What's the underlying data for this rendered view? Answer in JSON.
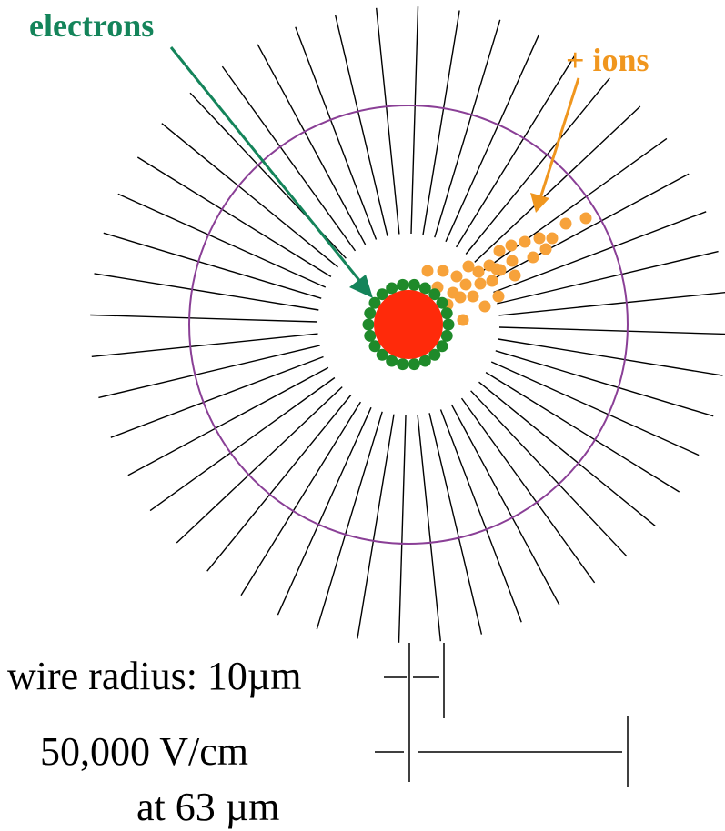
{
  "labels": {
    "electrons": "electrons",
    "ions": "+ ions",
    "wire_radius": "wire radius: 10µm",
    "field": "50,000 V/cm",
    "distance": "at 63 µm"
  },
  "colors": {
    "background": "#ffffff",
    "field_lines": "#000000",
    "equipotential_circle": "#8a3f96",
    "wire": "#ff2a0a",
    "electrons": "#1f8a2a",
    "ions": "#f7a23a",
    "electrons_text": "#14845a",
    "ions_text": "#f0961e"
  },
  "field_line_count": 48,
  "electron_count": 22,
  "ion_count": 30
}
